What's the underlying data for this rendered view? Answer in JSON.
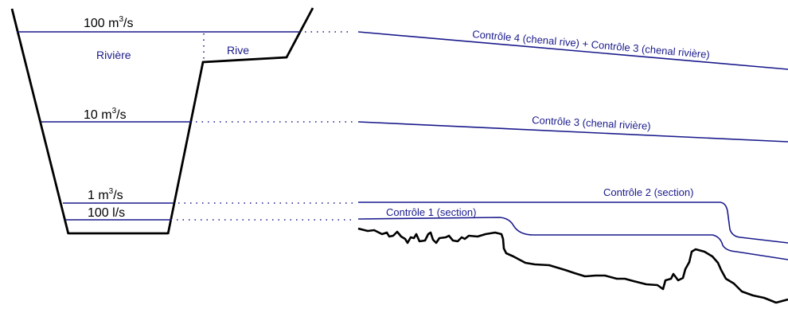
{
  "diagram": {
    "levels": {
      "q100_prefix": "100 m",
      "q10_prefix": "10 m",
      "q1_prefix": "1 m",
      "exp": "3",
      "unit_suffix": "/s",
      "q01": "100 l/s"
    },
    "zones": {
      "river": "Rivière",
      "bank": "Rive"
    },
    "controls": {
      "c4_c3": "Contrôle 4 (chenal rive) + Contrôle 3 (chenal rivière)",
      "c3": "Contrôle 3 (chenal rivière)",
      "c2": "Contrôle 2 (section)",
      "c1": "Contrôle 1 (section)"
    },
    "colors": {
      "blue": "#1a1a8c",
      "black": "#000000"
    }
  }
}
